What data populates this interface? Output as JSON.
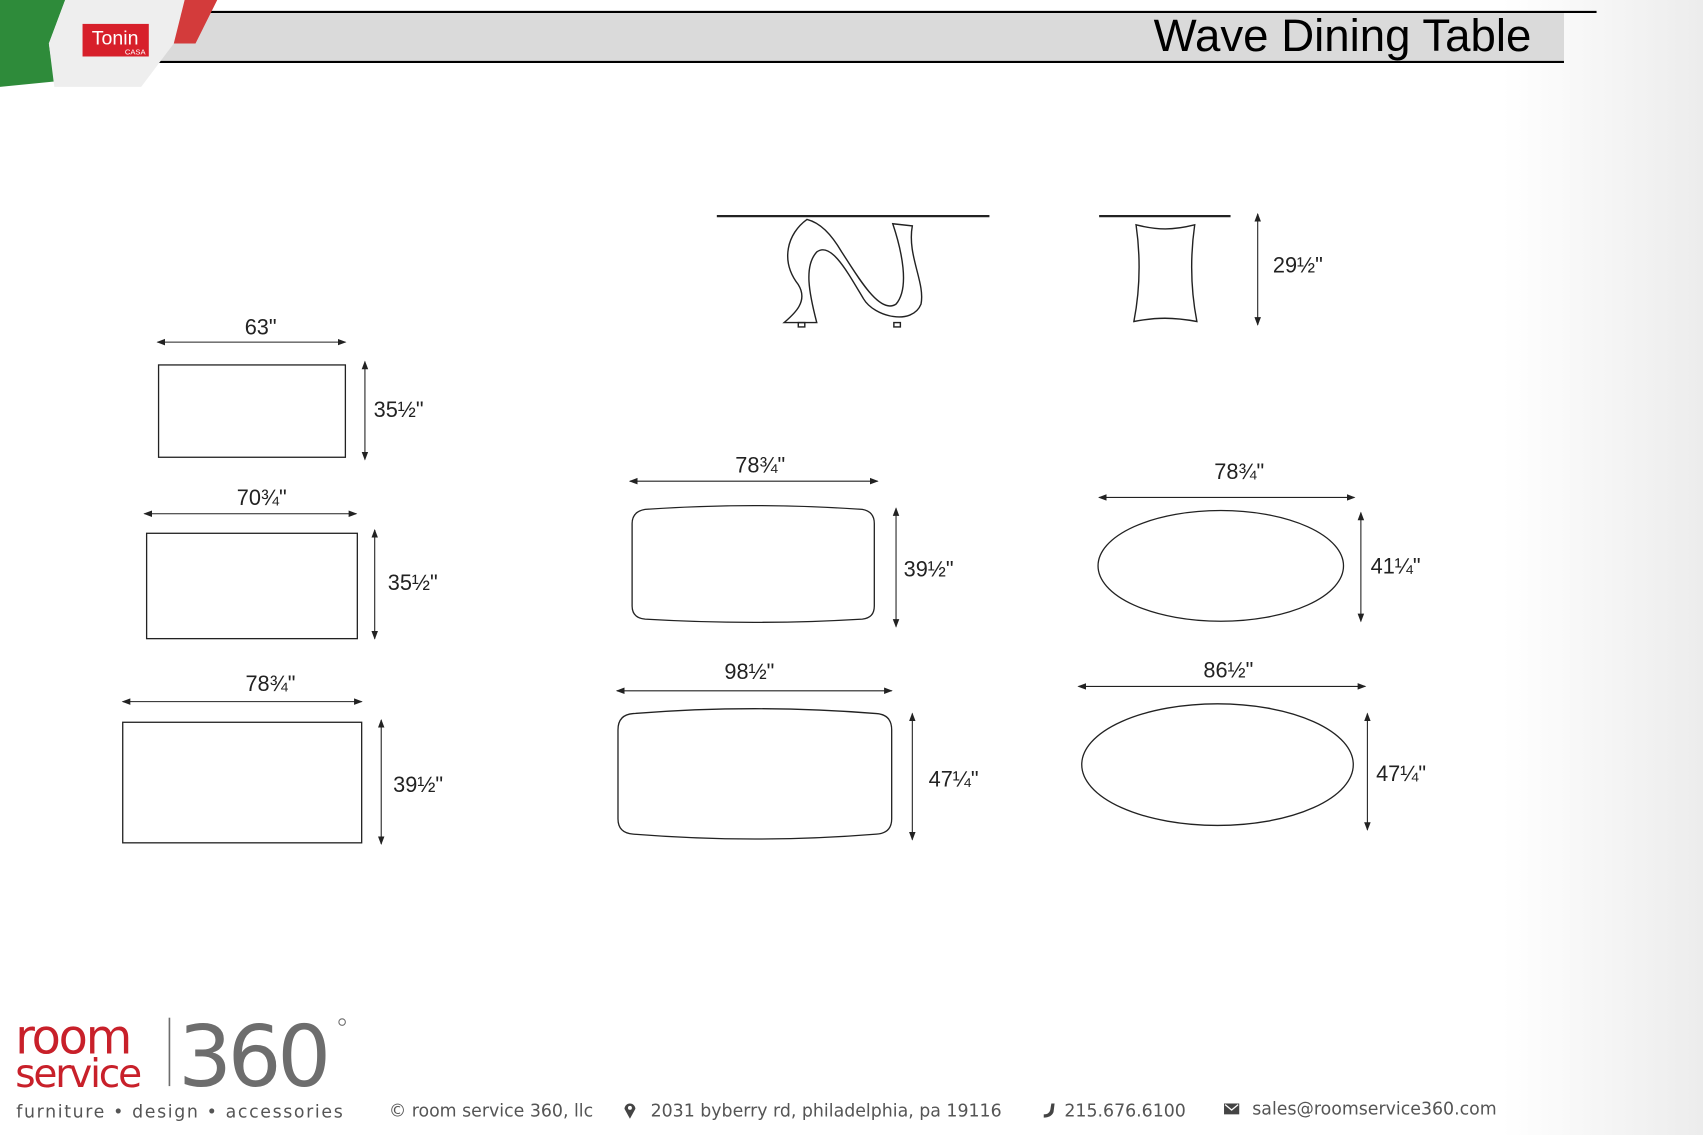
{
  "header": {
    "brand_logo": "Tonin",
    "brand_logo_sub": "CASA",
    "title": "Wave Dining Table",
    "accent": "#d71f2a"
  },
  "drawings": {
    "side_view_height": "29½\"",
    "rect_63": {
      "width": "63\"",
      "depth": "35½\""
    },
    "rect_70": {
      "width": "70¾\"",
      "depth": "35½\""
    },
    "rect_78": {
      "width": "78¾\"",
      "depth": "39½\""
    },
    "barrel_78": {
      "width": "78¾\"",
      "depth": "39½\""
    },
    "barrel_98": {
      "width": "98½\"",
      "depth": "47¼\""
    },
    "oval_78": {
      "width": "78¾\"",
      "depth": "41¼\""
    },
    "oval_86": {
      "width": "86½\"",
      "depth": "47¼\""
    }
  },
  "footer": {
    "logo_room": "room",
    "logo_service": "service",
    "logo_360": "360",
    "tagline": "furniture  •  design  •  accessories",
    "copyright": "© room service 360, llc",
    "address": "2031 byberry rd, philadelphia, pa 19116",
    "phone": "215.676.6100",
    "email": "sales@roomservice360.com",
    "logo_red": "#c8202a",
    "logo_gray": "#6d6d6d"
  }
}
